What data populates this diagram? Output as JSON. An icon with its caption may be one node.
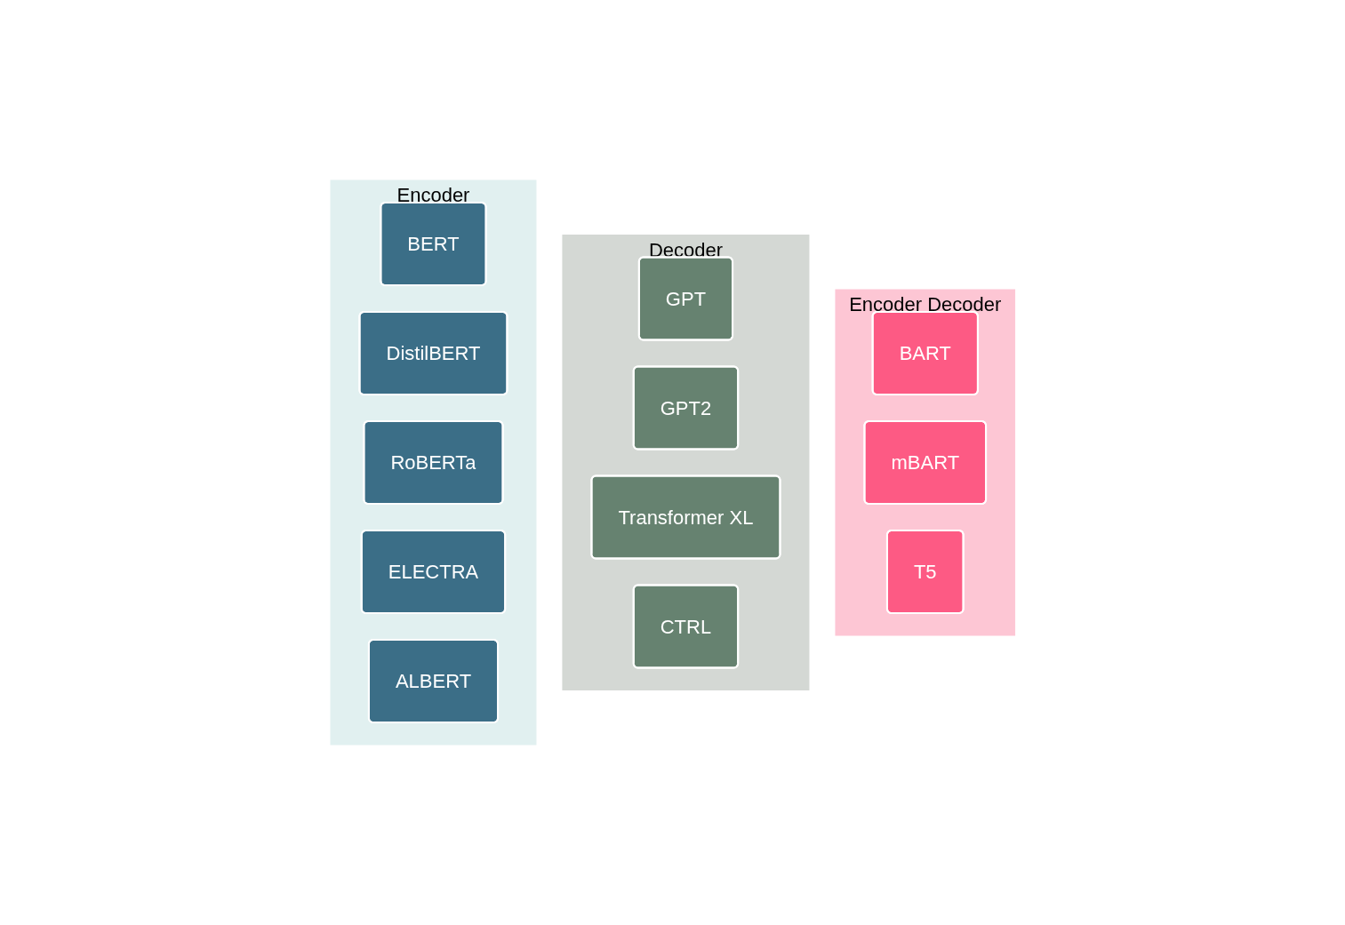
{
  "diagram": {
    "nodes": [
      {
        "text": [
          "Encoder"
        ]
      },
      {
        "text": [
          "BERT"
        ],
        "in": 0
      },
      {
        "text": [
          "DistilBERT"
        ],
        "in": 0
      },
      {
        "text": [
          "RoBERTa"
        ],
        "in": 0
      },
      {
        "text": [
          "ELECTRA"
        ],
        "in": 0
      },
      {
        "text": [
          "ALBERT"
        ],
        "in": 0
      },
      {
        "text": [
          "Decoder"
        ]
      },
      {
        "text": [
          "GPT"
        ],
        "in": 6
      },
      {
        "text": [
          "GPT2"
        ],
        "in": 6
      },
      {
        "text": [
          "Transformer XL"
        ],
        "in": 6
      },
      {
        "text": [
          "CTRL"
        ],
        "in": 6
      },
      {
        "text": [
          "Encoder Decoder"
        ]
      },
      {
        "text": [
          "BART"
        ],
        "in": 11
      },
      {
        "text": [
          "mBART"
        ],
        "in": 11
      },
      {
        "text": [
          "T5"
        ],
        "in": 11
      }
    ],
    "edges": []
  }
}
